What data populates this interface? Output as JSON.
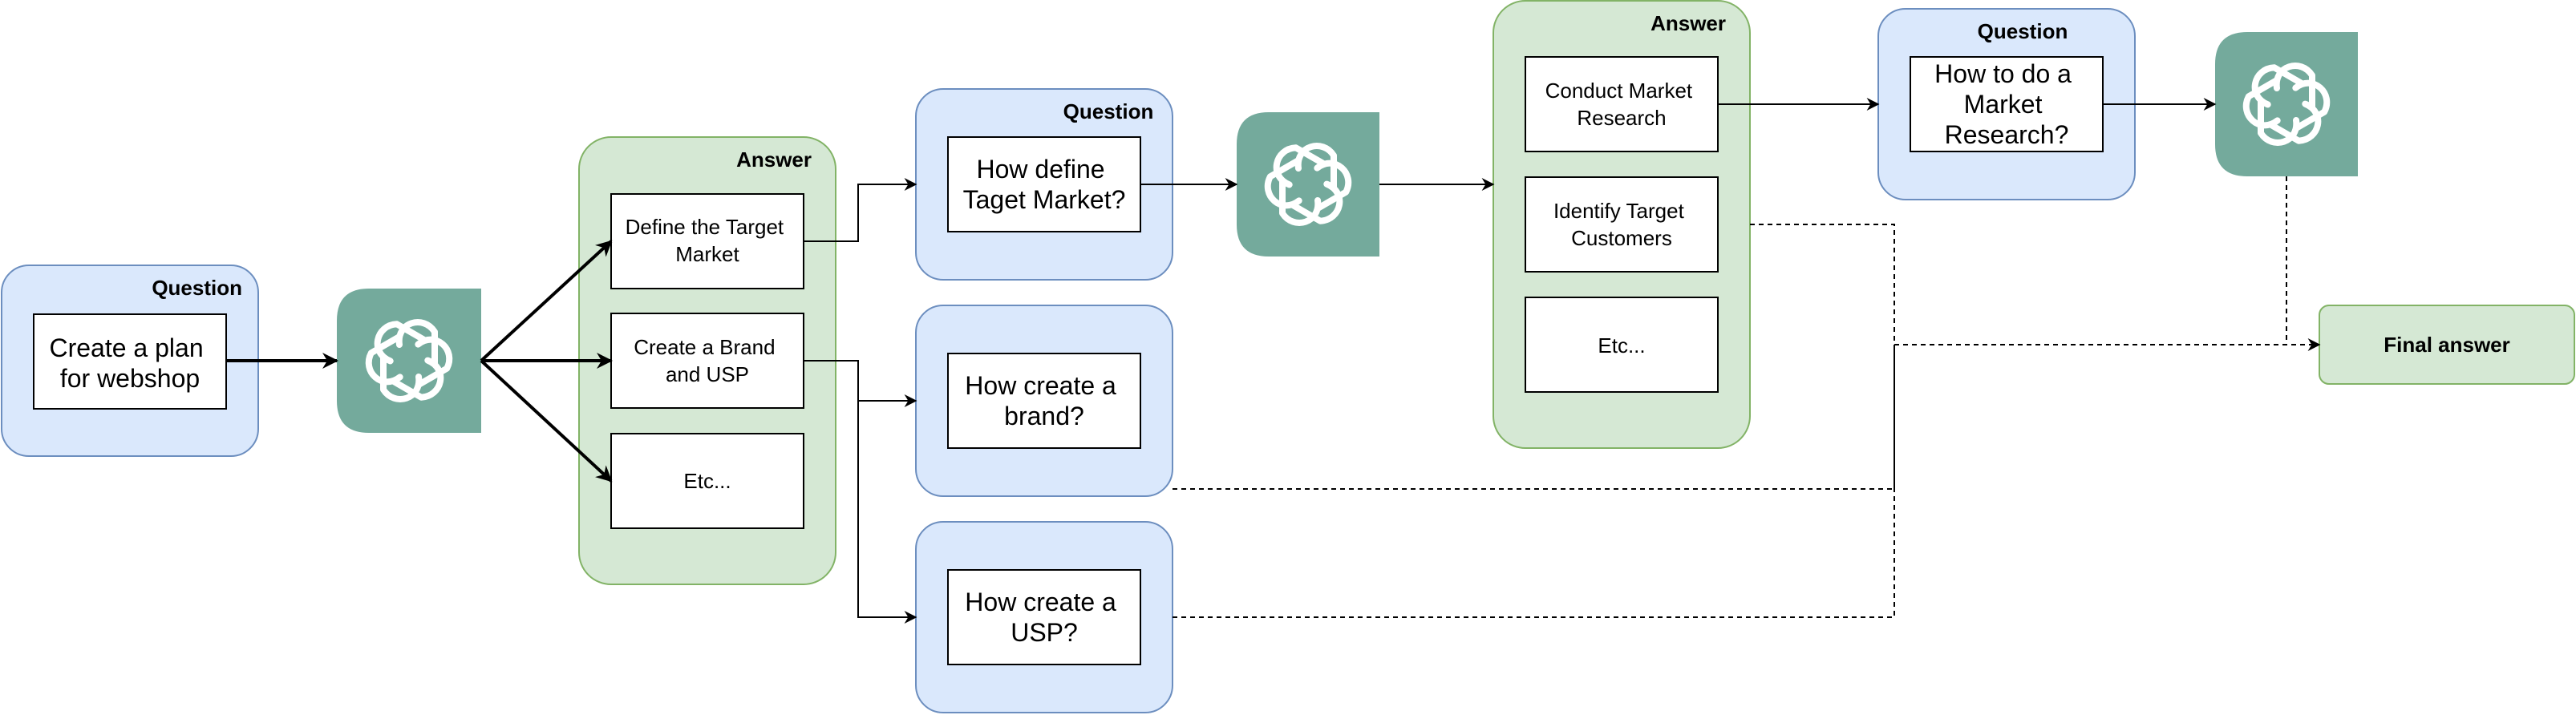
{
  "colors": {
    "question_fill": "#dae8fc",
    "question_stroke": "#6c8ebf",
    "answer_fill": "#d5e8d4",
    "answer_stroke": "#82b366",
    "ai_icon_bg": "#74aa9c",
    "ai_icon_stroke": "#ffffff"
  },
  "icons": [
    "openai-logo-icon"
  ],
  "nodes": {
    "q1": {
      "title": "Question",
      "text": [
        "Create a plan",
        "for webshop"
      ]
    },
    "a1": {
      "title": "Answer",
      "items": [
        [
          "Define the Target",
          "Market"
        ],
        [
          "Create a Brand",
          "and USP"
        ],
        [
          "Etc..."
        ]
      ]
    },
    "q2": {
      "title": "Question",
      "text": [
        "How define",
        "Taget Market?"
      ]
    },
    "q3": {
      "text": [
        "How create a",
        "brand?"
      ]
    },
    "q4": {
      "text": [
        "How create a",
        "USP?"
      ]
    },
    "a2": {
      "title": "Answer",
      "items": [
        [
          "Conduct Market",
          "Research"
        ],
        [
          "Identify Target",
          "Customers"
        ],
        [
          "Etc..."
        ]
      ]
    },
    "q5": {
      "title": "Question",
      "text": [
        "How to do a",
        "Market",
        "Research?"
      ]
    },
    "final": {
      "text": "Final answer"
    }
  }
}
